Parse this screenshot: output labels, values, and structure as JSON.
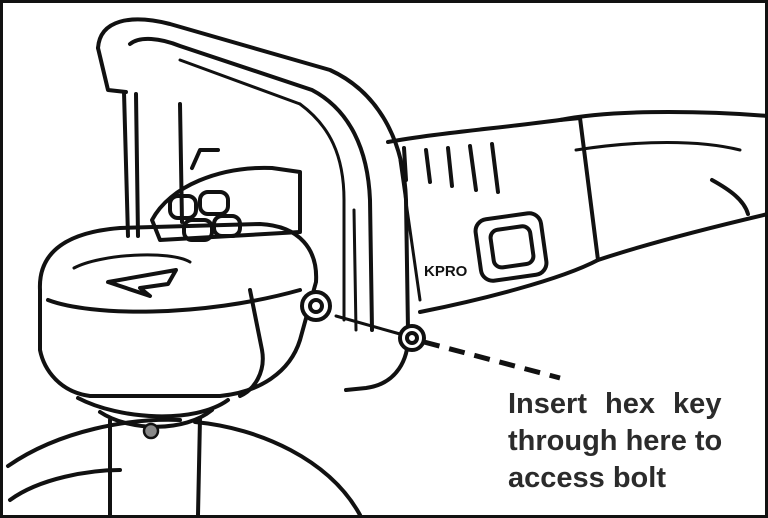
{
  "annotation": {
    "lines": [
      "Insert hex key",
      "through here to",
      "access bolt"
    ]
  },
  "brand_text": "KPRO",
  "colors": {
    "ink": "#111111",
    "caption_text": "#2b2b2b",
    "bolt_marker": "#888888",
    "background": "#ffffff"
  }
}
